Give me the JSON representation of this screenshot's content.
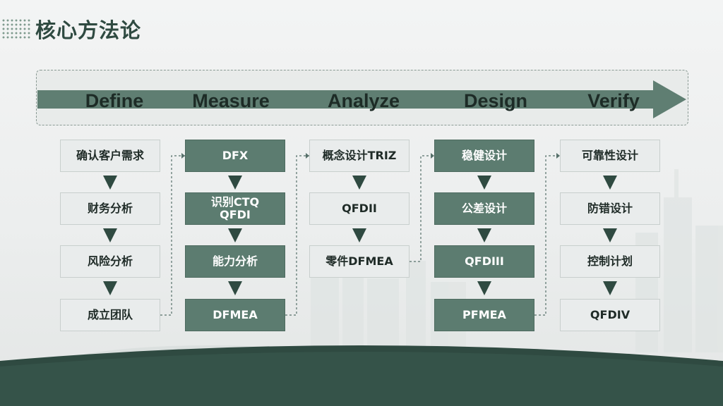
{
  "page": {
    "title": "核心方法论"
  },
  "phases": [
    {
      "label": "Define"
    },
    {
      "label": "Measure"
    },
    {
      "label": "Analyze"
    },
    {
      "label": "Design"
    },
    {
      "label": "Verify"
    }
  ],
  "columns": [
    {
      "boxes": [
        {
          "label": "确认客户需求",
          "style": "light"
        },
        {
          "label": "财务分析",
          "style": "light"
        },
        {
          "label": "风险分析",
          "style": "light"
        },
        {
          "label": "成立团队",
          "style": "light"
        }
      ]
    },
    {
      "boxes": [
        {
          "label": "DFX",
          "style": "dark"
        },
        {
          "label": "识别CTQ QFDI",
          "style": "dark"
        },
        {
          "label": "能力分析",
          "style": "dark"
        },
        {
          "label": "DFMEA",
          "style": "dark"
        }
      ]
    },
    {
      "boxes": [
        {
          "label": "概念设计TRIZ",
          "style": "light"
        },
        {
          "label": "QFDII",
          "style": "light"
        },
        {
          "label": "零件DFMEA",
          "style": "light"
        }
      ]
    },
    {
      "boxes": [
        {
          "label": "稳健设计",
          "style": "dark"
        },
        {
          "label": "公差设计",
          "style": "dark"
        },
        {
          "label": "QFDIII",
          "style": "dark"
        },
        {
          "label": "PFMEA",
          "style": "dark"
        }
      ]
    },
    {
      "boxes": [
        {
          "label": "可靠性设计",
          "style": "light"
        },
        {
          "label": "防错设计",
          "style": "light"
        },
        {
          "label": "控制计划",
          "style": "light"
        },
        {
          "label": "QFDIV",
          "style": "light"
        }
      ]
    }
  ],
  "colors": {
    "dark_box": "#5c7c70",
    "light_box": "#e9ecec",
    "arrow_fill": "#5f7e72",
    "down_arrow": "#2f4a41",
    "title": "#2f4a41"
  }
}
